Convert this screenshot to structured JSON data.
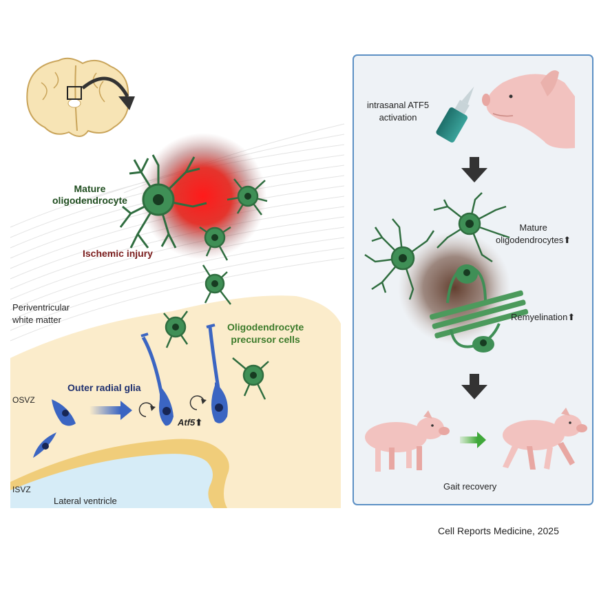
{
  "left_panel": {
    "mature_oligodendrocyte": [
      "Mature",
      "oligodendrocyte"
    ],
    "ischemic_injury": "Ischemic injury",
    "periventricular_white_matter": [
      "Periventricular",
      "white matter"
    ],
    "opc": [
      "Oligodendrocyte",
      "precursor cells"
    ],
    "outer_radial_glia": "Outer radial glia",
    "atf5": "Atf5",
    "osvz": "OSVZ",
    "isvz": "ISVZ",
    "lateral_ventricle": "Lateral ventricle"
  },
  "right_panel": {
    "intranasal": [
      "intrasanal ATF5",
      "activation"
    ],
    "mature_oligodendrocytes": [
      "Mature",
      "oligodendrocytes"
    ],
    "remyelination": "Remyelination",
    "gait_recovery": "Gait recovery"
  },
  "citation": "Cell Reports Medicine, 2025",
  "colors": {
    "cream": "#fbeccb",
    "cell_green": "#3f8f56",
    "cell_blue": "#3b65c2",
    "injury_red": "#e02020",
    "panel_border": "#5b8fc4",
    "panel_bg": "#eef2f6",
    "pig_pink": "#f2c2bf"
  }
}
